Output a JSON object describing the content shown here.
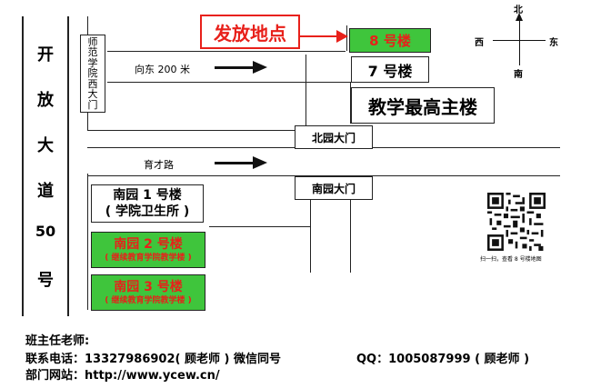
{
  "main_road": {
    "chars": [
      "开",
      "放",
      "大",
      "道",
      "50",
      "号"
    ]
  },
  "west_gate": {
    "chars": [
      "师",
      "范",
      "学",
      "院",
      "西",
      "大",
      "门"
    ]
  },
  "roads": {
    "east_label": "向东 200 米",
    "yucai_label": "育才路"
  },
  "callout": {
    "label": "发放地点",
    "color": "#e8201a"
  },
  "buildings": {
    "b8": "8 号楼",
    "b7": "7 号楼",
    "main": "教学最高主楼",
    "north_gate": "北园大门",
    "south_gate": "南园大门",
    "south1_line1": "南园 1 号楼",
    "south1_line2": "( 学院卫生所 )",
    "south2_line1": "南园 2 号楼",
    "south2_line2": "( 继续教育学院教学楼 )",
    "south3_line1": "南园 3 号楼",
    "south3_line2": "( 继续教育学院教学楼 )"
  },
  "compass": {
    "north": "北",
    "south": "南",
    "west": "西",
    "east": "东"
  },
  "qr": {
    "caption": "扫一扫，查看 8 号楼地图"
  },
  "footer": {
    "line1": "班主任老师:",
    "line2a": "联系电话：13327986902( 顾老师 ) 微信同号",
    "line2b": "QQ：1005087999 ( 顾老师 )",
    "line3": "部门网站：http://www.ycew.cn/"
  },
  "colors": {
    "highlight_green": "#3fc53c",
    "highlight_text": "#e8201a",
    "road_lines": "#222222"
  }
}
